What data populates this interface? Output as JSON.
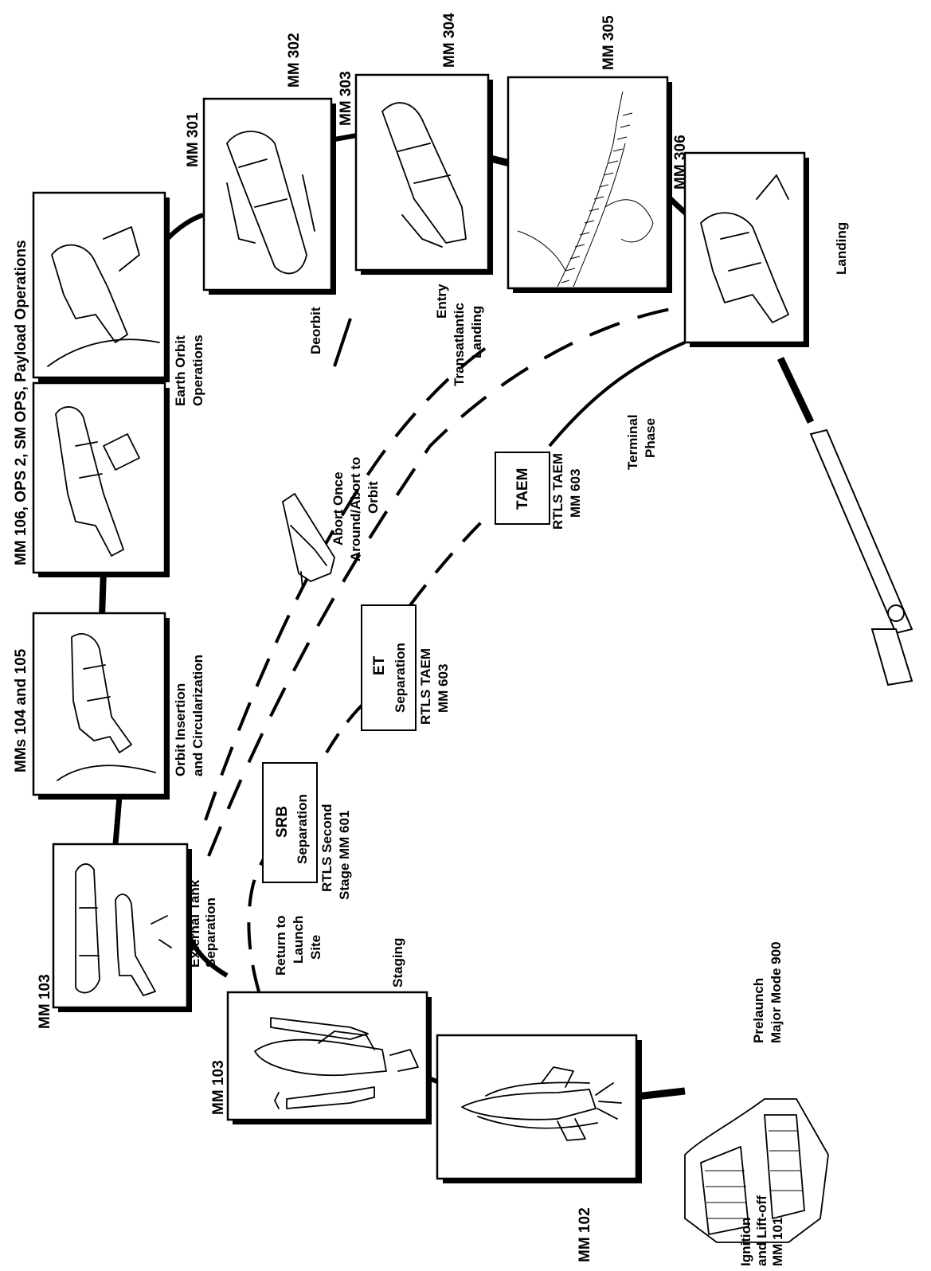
{
  "diagram": {
    "mission_modes": [
      {
        "id": "mm101",
        "lines": [
          "Ignition",
          "and Lift-off",
          "MM 101"
        ]
      },
      {
        "id": "prelaunch",
        "lines": [
          "Prelaunch",
          "Major Mode 900"
        ]
      },
      {
        "id": "mm102",
        "lines": [
          "MM 102"
        ]
      },
      {
        "id": "mm103_staging",
        "lines": [
          "MM 103"
        ]
      },
      {
        "id": "staging",
        "lines": [
          "Staging"
        ]
      },
      {
        "id": "mm103_et",
        "lines": [
          "MM 103"
        ]
      },
      {
        "id": "et_sep",
        "lines": [
          "External Tank",
          "Separation"
        ]
      },
      {
        "id": "mm104",
        "lines": [
          "MMs 104 and 105"
        ]
      },
      {
        "id": "orbit_ins",
        "lines": [
          "Orbit Insertion",
          "and Circularization"
        ]
      },
      {
        "id": "mm106",
        "lines": [
          "MM 106, OPS 2, SM  OPS, Payload Operations"
        ]
      },
      {
        "id": "earth_orbit",
        "lines": [
          "Earth Orbit",
          "Operations"
        ]
      },
      {
        "id": "mm301",
        "lines": [
          "MM 301"
        ]
      },
      {
        "id": "mm302",
        "lines": [
          "MM 302"
        ]
      },
      {
        "id": "mm303",
        "lines": [
          "MM 303"
        ]
      },
      {
        "id": "deorbit",
        "lines": [
          "Deorbit"
        ]
      },
      {
        "id": "mm304",
        "lines": [
          "MM 304"
        ]
      },
      {
        "id": "entry",
        "lines": [
          "Entry"
        ]
      },
      {
        "id": "tal",
        "lines": [
          "Transatlantic",
          "Landing"
        ]
      },
      {
        "id": "mm305",
        "lines": [
          "MM 305"
        ]
      },
      {
        "id": "mm306",
        "lines": [
          "MM 306"
        ]
      },
      {
        "id": "landing",
        "lines": [
          "Landing"
        ]
      },
      {
        "id": "terminal",
        "lines": [
          "Terminal",
          "Phase"
        ]
      },
      {
        "id": "rtls",
        "lines": [
          "Return to",
          "Launch",
          "Site"
        ]
      },
      {
        "id": "rtls_second",
        "lines": [
          "RTLS Second",
          "Stage MM 601"
        ]
      },
      {
        "id": "rtls_taem1",
        "lines": [
          "RTLS TAEM",
          "MM 603"
        ]
      },
      {
        "id": "rtls_taem2",
        "lines": [
          "RTLS TAEM",
          "MM 603"
        ]
      },
      {
        "id": "aoa",
        "lines": [
          "Abort Once",
          "Around/Abort to",
          "Orbit"
        ]
      }
    ],
    "boxed_labels": [
      {
        "id": "srb_box",
        "lines": [
          "SRB",
          "Separation"
        ]
      },
      {
        "id": "et_box",
        "lines": [
          "ET",
          "Separation"
        ]
      },
      {
        "id": "taem_box",
        "lines": [
          "TAEM"
        ]
      }
    ]
  }
}
